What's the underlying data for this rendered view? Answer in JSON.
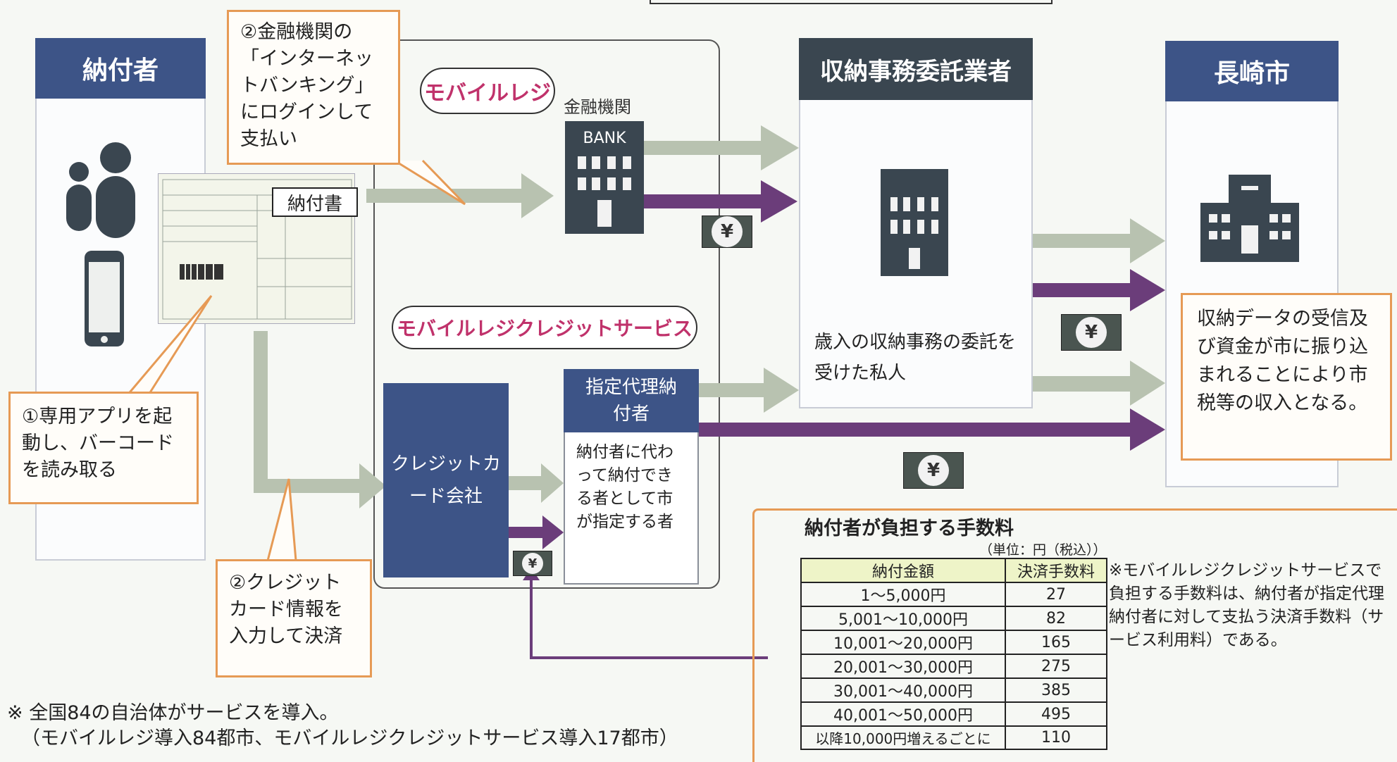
{
  "columns": {
    "payer_header": "納付者",
    "contractor_header": "収納事務委託業者",
    "city_header": "長崎市"
  },
  "callouts": {
    "step1": "①専用アプリを起動し、バーコードを読み取る",
    "step2_bank": "②金融機関の「インターネットバンキング」にログインして支払い",
    "step2_credit": "②クレジットカード情報を入力して決済",
    "city_result": "収納データの受信及び資金が市に振り込まれることにより市税等の収入となる。"
  },
  "labels": {
    "mobile_reg": "モバイルレジ",
    "mobile_reg_credit": "モバイルレジクレジットサービス",
    "bank_label": "金融機関",
    "bank_sign": "BANK",
    "payment_slip": "納付書",
    "credit_company": "クレジットカード会社",
    "agent_title": "指定代理納付者",
    "agent_desc": "納付者に代わって納付できる者として市が指定する者",
    "contractor_desc": "歳入の収納事務の委託を受けた私人",
    "yen": "¥"
  },
  "fees": {
    "title": "納付者が負担する手数料",
    "unit": "（単位：円（税込））",
    "col_amount": "納付金額",
    "col_fee": "決済手数料",
    "rows": [
      {
        "amount": "1～5,000円",
        "fee": "27"
      },
      {
        "amount": "5,001～10,000円",
        "fee": "82"
      },
      {
        "amount": "10,001～20,000円",
        "fee": "165"
      },
      {
        "amount": "20,001～30,000円",
        "fee": "275"
      },
      {
        "amount": "30,001～40,000円",
        "fee": "385"
      },
      {
        "amount": "40,001～50,000円",
        "fee": "495"
      },
      {
        "amount": "以降10,000円増えるごとに",
        "fee": "110"
      }
    ],
    "note": "※モバイルレジクレジットサービスで負担する手数料は、納付者が指定代理納付者に対して支払う決済手数料（サービス利用料）である。"
  },
  "footnote": {
    "line1": "※ 全国84の自治体がサービスを導入。",
    "line2": "（モバイルレジ導入84都市、モバイルレジクレジットサービス導入17都市）"
  },
  "colors": {
    "navy": "#3d5487",
    "orange": "#e69a55",
    "purple": "#6b3d7a",
    "grey_arrow": "#b8c2b0"
  }
}
